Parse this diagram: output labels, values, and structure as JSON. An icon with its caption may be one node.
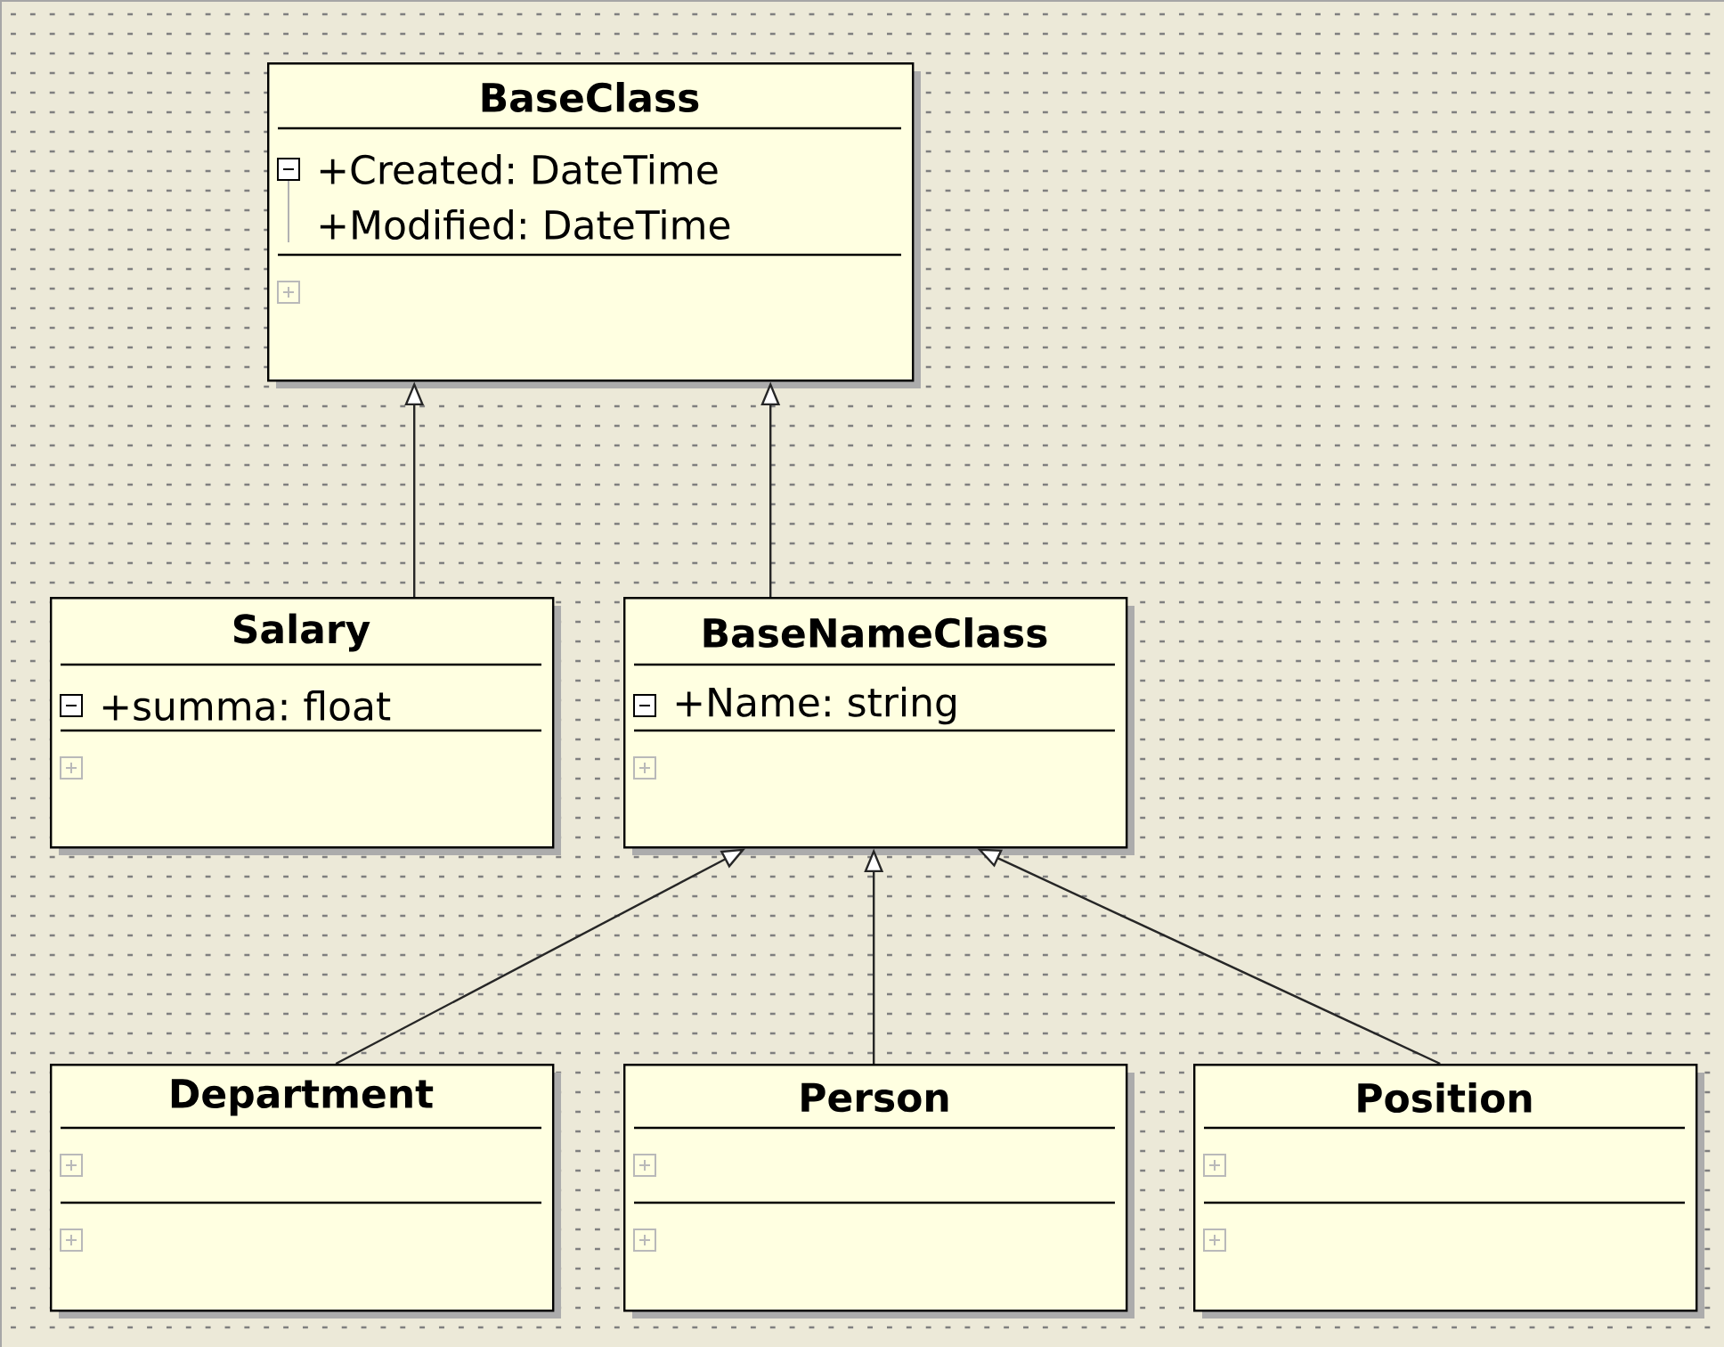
{
  "diagram": {
    "nodes": [
      {
        "text": [
          "BaseClass",
          "+Created: DateTime",
          "+Modified: DateTime"
        ]
      },
      {
        "text": [
          "Salary",
          "+summa: float"
        ]
      },
      {
        "text": [
          "BaseNameClass",
          "+Name: string"
        ]
      },
      {
        "text": [
          "Department"
        ]
      },
      {
        "text": [
          "Person"
        ]
      },
      {
        "text": [
          "Position"
        ]
      }
    ],
    "edges": [
      {
        "from": 1,
        "to": 0,
        "arrow": "to"
      },
      {
        "from": 2,
        "to": 0,
        "arrow": "to"
      },
      {
        "from": 3,
        "to": 2,
        "arrow": "to"
      },
      {
        "from": 4,
        "to": 2,
        "arrow": "to"
      },
      {
        "from": 5,
        "to": 2,
        "arrow": "to"
      }
    ]
  }
}
